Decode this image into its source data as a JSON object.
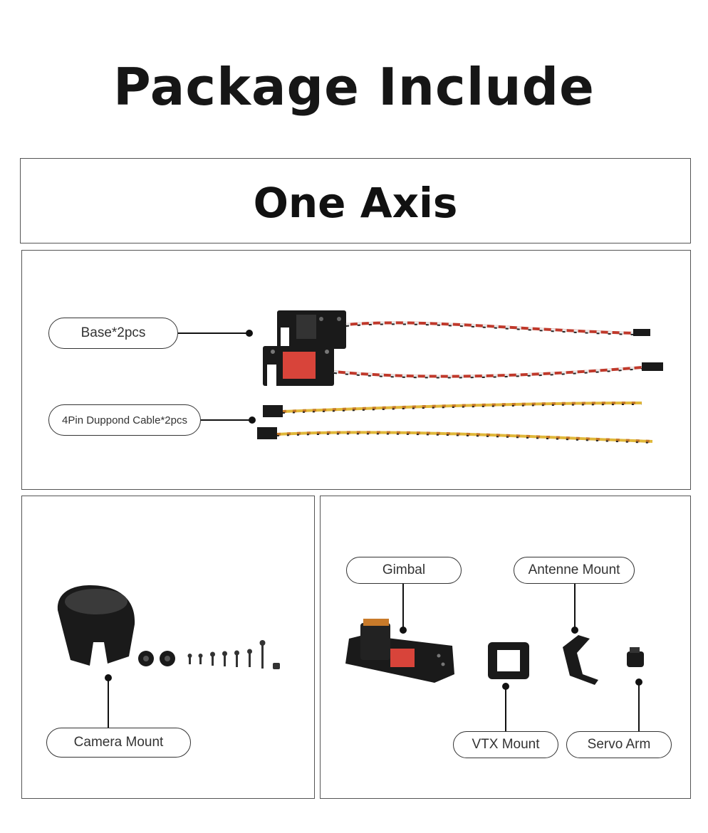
{
  "header": {
    "title": "Package Include"
  },
  "section": {
    "title": "One Axis"
  },
  "parts": {
    "base": "Base*2pcs",
    "cable": "4Pin Duppond Cable*2pcs",
    "camera_mount": "Camera Mount",
    "gimbal": "Gimbal",
    "antenna_mount": "Antenne Mount",
    "vtx_mount": "VTX Mount",
    "servo_arm": "Servo Arm"
  },
  "colors": {
    "part_black": "#1a1a1a",
    "pcb_red": "#d8443a",
    "wire_red": "#c0392b",
    "wire_white": "#e8e8e8",
    "wire_yellow": "#e0b83a",
    "wire_orange": "#c87a2a"
  }
}
